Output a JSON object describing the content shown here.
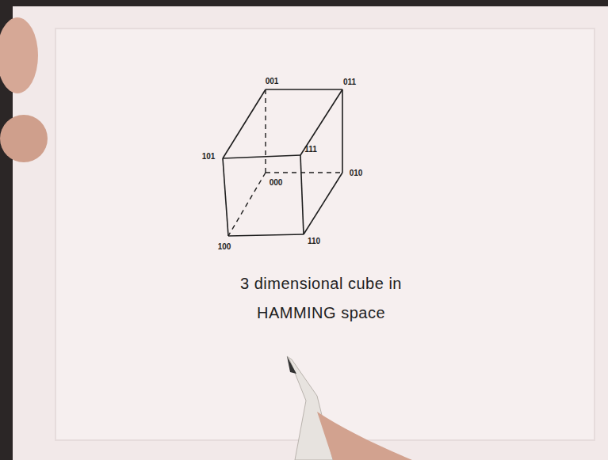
{
  "diagram": {
    "caption": "3 dimensional cube in HAMMING space",
    "labels": [
      "001",
      "011",
      "101",
      "111",
      "000",
      "010",
      "100",
      "110"
    ]
  }
}
